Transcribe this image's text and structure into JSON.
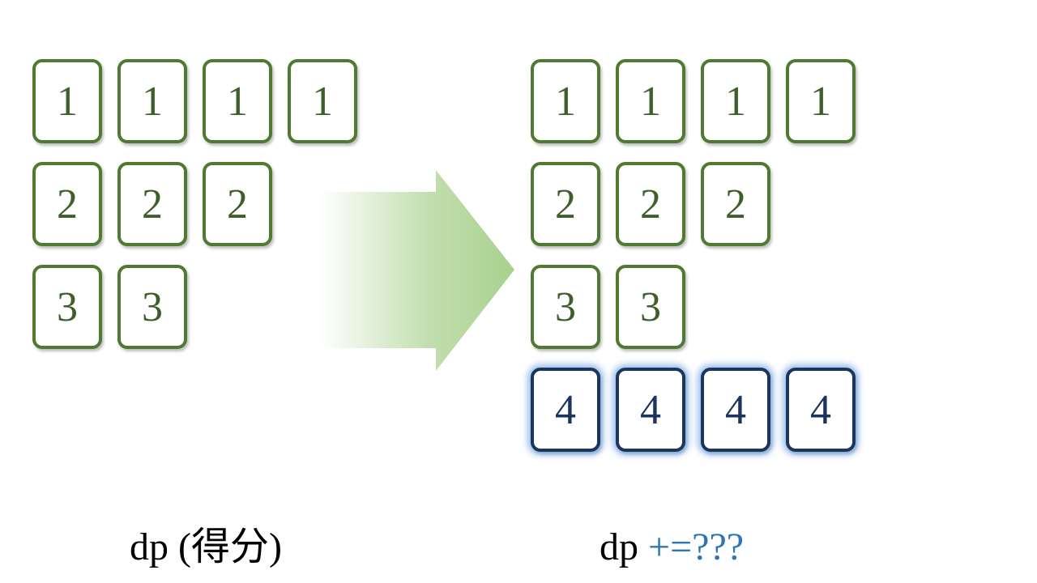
{
  "left_grid": {
    "rows": [
      [
        "1",
        "1",
        "1",
        "1"
      ],
      [
        "2",
        "2",
        "2"
      ],
      [
        "3",
        "3"
      ]
    ]
  },
  "right_grid": {
    "rows": [
      [
        "1",
        "1",
        "1",
        "1"
      ],
      [
        "2",
        "2",
        "2"
      ],
      [
        "3",
        "3"
      ]
    ],
    "highlight_row": [
      "4",
      "4",
      "4",
      "4"
    ]
  },
  "captions": {
    "left": "dp (得分)",
    "right_prefix": "dp",
    "right_op": "+=",
    "right_unknown": "???"
  },
  "colors": {
    "card_border_green": "#4f7a32",
    "card_text_green": "#3f5f2a",
    "card_border_blue": "#1c355e",
    "glow_blue": "#78aae6",
    "accent_blue": "#2e75b6",
    "arrow_green": "#a9d18e"
  },
  "icons": {
    "arrow": "right-arrow-icon"
  }
}
